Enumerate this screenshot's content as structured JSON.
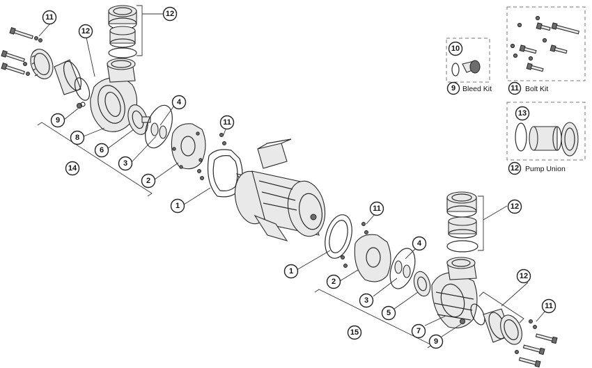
{
  "callouts": {
    "c11_top_left": "11",
    "c12_top_center": "12",
    "c12_top_left": "12",
    "c9_left": "9",
    "c8": "8",
    "c6": "6",
    "c4_left": "4",
    "c3_left": "3",
    "c2_left": "2",
    "c11_mid": "11",
    "c14": "14",
    "c1_left": "1",
    "c11_right_mid": "11",
    "c4_right": "4",
    "c12_right_mid": "12",
    "c1_right": "1",
    "c2_right": "2",
    "c3_right": "3",
    "c5": "5",
    "c12_bottom_right": "12",
    "c11_bottom_right": "11",
    "c7": "7",
    "c9_right": "9",
    "c15": "15",
    "c10": "10",
    "c13": "13"
  },
  "kits": {
    "bleed": {
      "number": "9",
      "label": "Bleed Kit"
    },
    "bolt": {
      "number": "11",
      "label": "Bolt Kit"
    },
    "union": {
      "number": "12",
      "label": "Pump Union"
    }
  }
}
